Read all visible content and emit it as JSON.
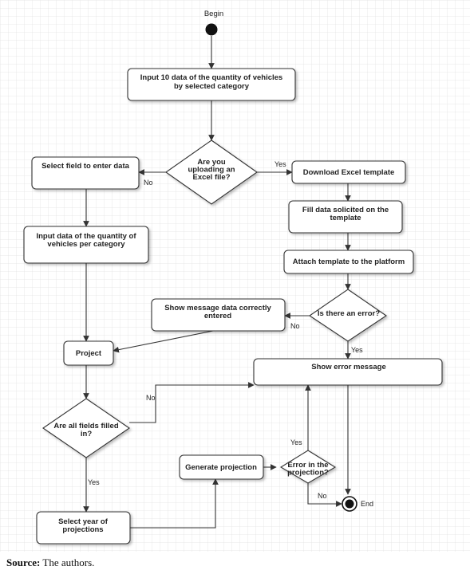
{
  "diagram": {
    "start_label": "Begin",
    "end_label": "End",
    "nodes": {
      "input_10_data": [
        "Input 10 data of the quantity of vehicles",
        "by selected category"
      ],
      "decision_excel": [
        "Are you",
        "uploading an",
        "Excel file?"
      ],
      "select_field": [
        "Select field to enter data"
      ],
      "download_template": [
        "Download Excel template"
      ],
      "fill_data": [
        "Fill data solicited on the",
        "template"
      ],
      "input_data_per_category": [
        "Input data of the quantity of",
        "vehicles per category"
      ],
      "attach_template": [
        "Attach template to the platform"
      ],
      "show_message_ok": [
        "Show message data correctly",
        "entered"
      ],
      "decision_error": [
        "Is there an error?"
      ],
      "project": [
        "Project"
      ],
      "show_error": [
        "Show error message"
      ],
      "decision_fields": [
        "Are all fields filled",
        "in?"
      ],
      "generate_projection": [
        "Generate projection"
      ],
      "decision_projection": [
        "Error in the",
        "projection?"
      ],
      "select_year": [
        "Select year of",
        "projections"
      ]
    },
    "edge_labels": {
      "excel_yes": "Yes",
      "excel_no": "No",
      "error_no": "No",
      "error_yes": "Yes",
      "fields_no": "No",
      "fields_yes": "Yes",
      "projection_yes": "Yes",
      "projection_no": "No"
    }
  },
  "caption": {
    "source_label": "Source:",
    "source_text": "The authors."
  }
}
